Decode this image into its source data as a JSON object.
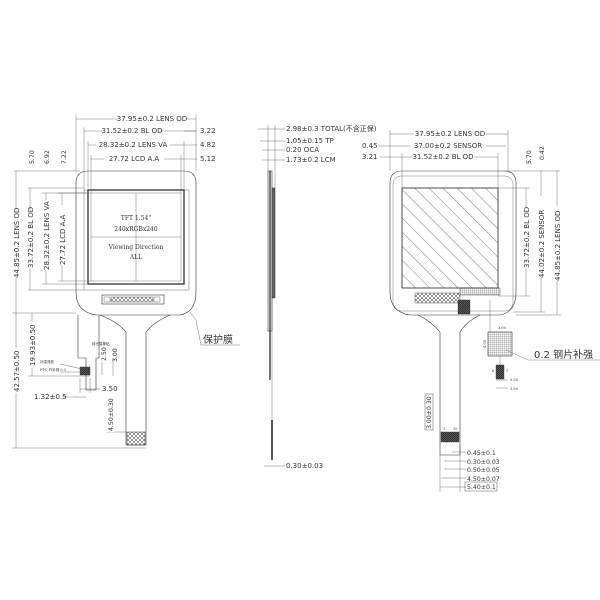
{
  "front_view": {
    "top_dims": [
      {
        "label": "37.95±0.2 LENS OD"
      },
      {
        "label": "31.52±0.2 BL OD",
        "side": "3.22"
      },
      {
        "label": "28.32±0.2 LENS VA",
        "side": "4.82"
      },
      {
        "label": "27.72 LCD A.A",
        "side": "5.12"
      }
    ],
    "left_offsets": [
      "5.70",
      "6.92",
      "7.22"
    ],
    "left_dims": [
      "44.85±0.2 LENS OD",
      "33.72±0.2 BL OD",
      "28.32±0.2 LENS VA",
      "27.72 LCD A.A"
    ],
    "screen_text": {
      "line1": "TFT 1.54\"",
      "line2": "240xRGBx240",
      "line3": "Viewing Direction",
      "line4": "ALL"
    },
    "fpc_dims": {
      "total_height": "42.57±0.50",
      "upper_height": "19.93±0.50",
      "h1": "2.50",
      "h2": "3.00",
      "w1": "3.50",
      "offset": "1.32±0.5",
      "tail": "4.50±0.30"
    },
    "fpc_notes": [
      "补强背胶",
      "FPC·PI补强·0.3",
      "转光易撕贴"
    ],
    "callout": "保护膜"
  },
  "side_view": {
    "dims": [
      {
        "label": "2.98±0.3 TOTAL(不含正保)"
      },
      {
        "label": "1.05±0.15 TP"
      },
      {
        "label": "0.20 OCA"
      },
      {
        "label": "1.73±0.2 LCM"
      }
    ],
    "bottom_dim": "0.30±0.03"
  },
  "back_view": {
    "top_dims": [
      {
        "label": "37.95±0.2 LENS OD"
      },
      {
        "label": "37.00±0.2 SENSOR",
        "side": "0.45"
      },
      {
        "label": "31.52±0.2 BL OD",
        "side": "3.21"
      }
    ],
    "right_offsets": [
      "5.70",
      "0.42"
    ],
    "right_dims": [
      "33.72±0.2 BL OD",
      "44.02±0.2 SENSOR",
      "44.85±0.2 LENS OD"
    ],
    "stiffener_callout": "0.2 钢片补强",
    "connector_dims": {
      "w": "3.00",
      "h": "4.00",
      "pin_w": "0.50",
      "pin_total": "3.50",
      "pin_first": "6",
      "pin_last": "1"
    },
    "tail_length": "3.00±0.30",
    "pin_labels": [
      "1",
      "10"
    ],
    "pad_dims": [
      "0.45±0.1",
      "0.30±0.03",
      "0.50±0.05",
      "4.50±0.07",
      "5.40±0.1"
    ]
  }
}
